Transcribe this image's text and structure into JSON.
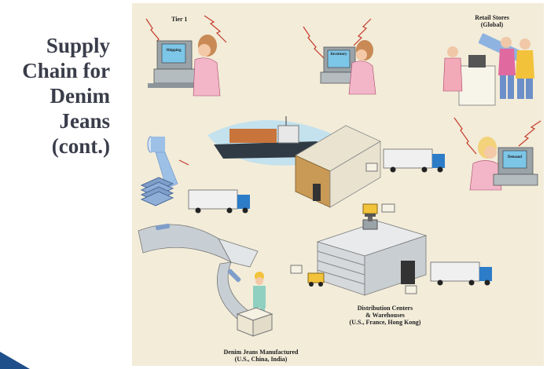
{
  "title_lines": [
    "Supply",
    "Chain for",
    "Denim",
    "Jeans",
    "(cont.)"
  ],
  "labels": {
    "tier1": "Tier 1",
    "retail_stores": "Retail Stores",
    "retail_global": "(Global)",
    "screen_shipping": "Shipping",
    "screen_inventory": "Inventory",
    "screen_demand": "Demand",
    "distribution_line1": "Distribution Centers",
    "distribution_line2": "& Warehouses",
    "distribution_line3": "(U.S., France, Hong Kong)",
    "manufactured_line1": "Denim Jeans Manufactured",
    "manufactured_line2": "(U.S., China, India)"
  },
  "colors": {
    "panel_bg": "#f2ecd9",
    "title_text": "#3a3d4a",
    "truck_cab": "#2d7cc8",
    "accent_corner": "#1f4f8a"
  }
}
